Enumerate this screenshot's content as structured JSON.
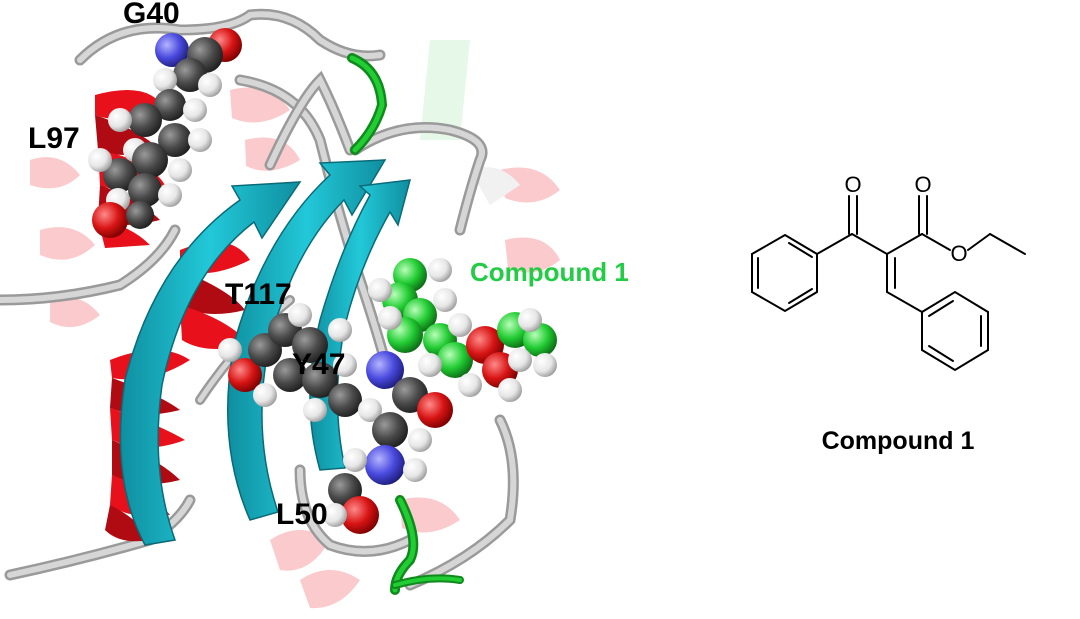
{
  "protein_panel": {
    "residue_labels": {
      "g40": "G40",
      "l97": "L97",
      "t117": "T117",
      "y47": "Y47",
      "l50": "L50"
    },
    "ligand_label": "Compound 1"
  },
  "structure_panel": {
    "atom_labels": {
      "ketone_oxygen": "O",
      "ester_carbonyl_oxygen": "O",
      "ester_oxygen": "O"
    },
    "caption": "Compound 1"
  },
  "colors": {
    "helix": "#e8101a",
    "strand": "#18b8c8",
    "coil": "#bdbdbd",
    "ligand_green": "#22cc33",
    "label_green": "#22cc44",
    "carbon_atom": "#4a4a4a",
    "nitrogen_atom": "#4a4adf",
    "oxygen_atom": "#d81414",
    "hydrogen_atom": "#eeeeee"
  }
}
